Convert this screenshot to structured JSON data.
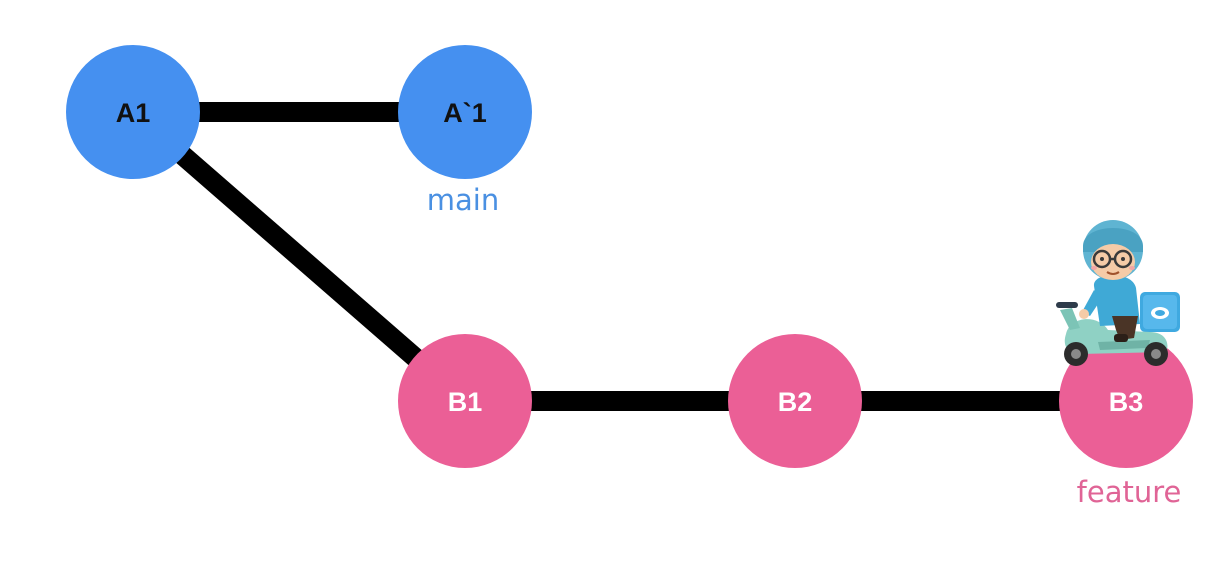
{
  "colors": {
    "main_branch": "#4590F0",
    "feature_branch": "#EB5F96",
    "edge": "#000000",
    "main_label": "#4A90E2",
    "feature_label": "#E06496"
  },
  "nodes": {
    "a1": {
      "label": "A1",
      "branch": "main"
    },
    "a1prime": {
      "label": "A`1",
      "branch": "main"
    },
    "b1": {
      "label": "B1",
      "branch": "feature"
    },
    "b2": {
      "label": "B2",
      "branch": "feature"
    },
    "b3": {
      "label": "B3",
      "branch": "feature"
    }
  },
  "edges": [
    {
      "from": "A1",
      "to": "A`1"
    },
    {
      "from": "A1",
      "to": "B1"
    },
    {
      "from": "B1",
      "to": "B2"
    },
    {
      "from": "B2",
      "to": "B3"
    }
  ],
  "branches": {
    "main": "main",
    "feature": "feature"
  },
  "illustration": {
    "icon": "scooter-rider-icon",
    "position": "above B3"
  }
}
